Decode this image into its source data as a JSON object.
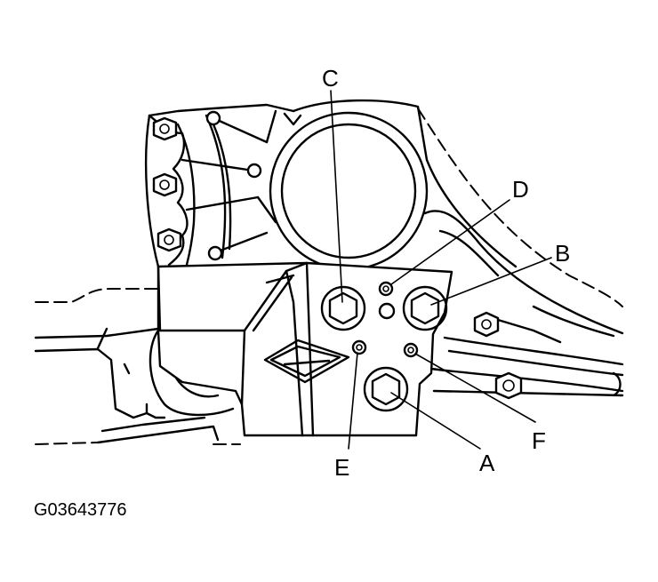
{
  "figure_code": "G03643776",
  "callouts": {
    "A": "A",
    "B": "B",
    "C": "C",
    "D": "D",
    "E": "E",
    "F": "F"
  },
  "colors": {
    "ink": "#000000",
    "background": "#ffffff"
  }
}
